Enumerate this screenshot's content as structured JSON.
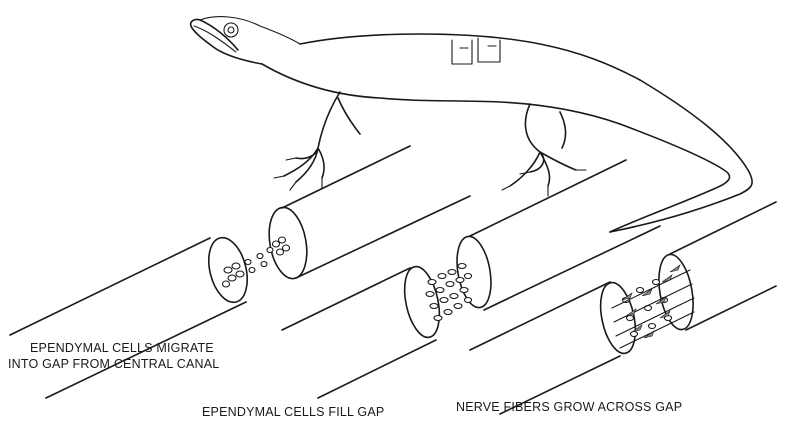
{
  "captions": {
    "migrate_line1": "EPENDYMAL CELLS MIGRATE",
    "migrate_line2": "INTO GAP FROM CENTRAL CANAL",
    "fill": "EPENDYMAL CELLS FILL GAP",
    "grow": "NERVE FIBERS GROW ACROSS GAP"
  }
}
